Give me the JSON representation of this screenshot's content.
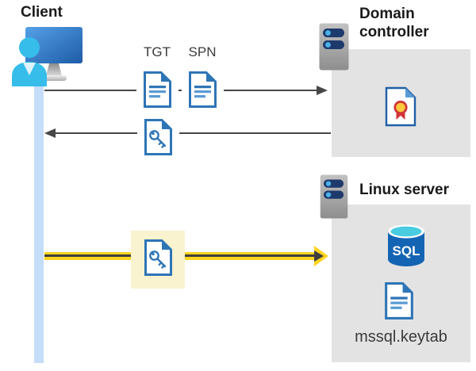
{
  "client": {
    "label": "Client",
    "icon": "client-workstation-icon"
  },
  "messages": {
    "tgt_label": "TGT",
    "spn_label": "SPN",
    "request_icons": [
      "tgt-document-icon",
      "spn-document-icon"
    ],
    "response_icon": "key-document-icon",
    "transfer_icon": "key-document-icon"
  },
  "domain_controller": {
    "title": "Domain controller",
    "icons": [
      "server-icon",
      "certificate-icon"
    ]
  },
  "linux_server": {
    "title": "Linux server",
    "database_label": "SQL",
    "keytab_file": "mssql.keytab",
    "icons": [
      "server-icon",
      "sql-database-icon",
      "keytab-document-icon"
    ]
  },
  "colors": {
    "doc_border_blue": "#2e75b6",
    "doc_line_blue": "#5b9bd5",
    "box_gray": "#e3e3e3",
    "lifeline_blue": "#c5ddf8",
    "arrow_gray": "#474747",
    "highlight_yellow": "#ffd41f",
    "highlight_bg": "#faf3cf",
    "server_pill_navy": "#1e3a6d",
    "server_dot_blue": "#4cb2e8",
    "sql_body_blue": "#1464b4",
    "sql_top_cyan": "#49cbe0",
    "cert_red": "#d13438",
    "cert_gold": "#ffc83d",
    "person_cyan": "#36bde9"
  }
}
